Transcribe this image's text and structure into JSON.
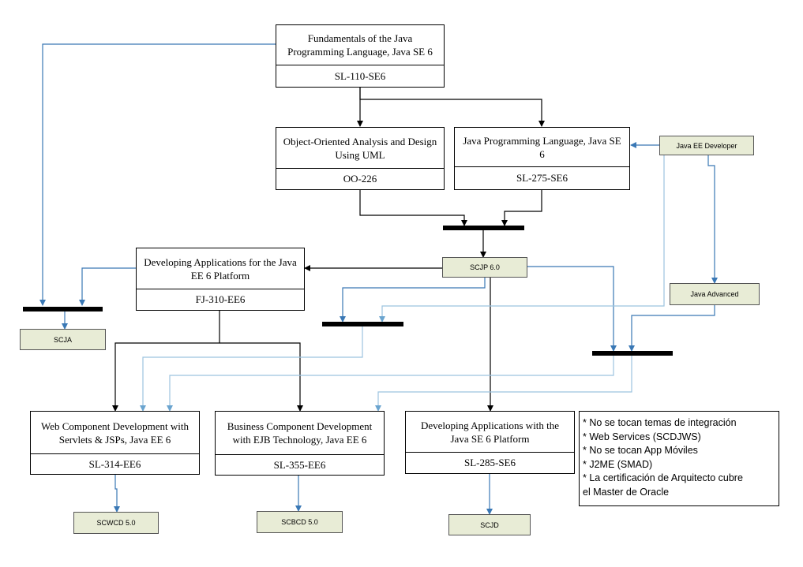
{
  "courses": {
    "fundamentals": {
      "title": "Fundamentals of the Java Programming Language, Java SE 6",
      "code": "SL-110-SE6"
    },
    "ooad": {
      "title": "Object-Oriented Analysis and Design Using UML",
      "code": "OO-226"
    },
    "java_prog": {
      "title": "Java Programming Language, Java SE 6",
      "code": "SL-275-SE6"
    },
    "dev_ee6": {
      "title": "Developing Applications for the Java EE 6 Platform",
      "code": "FJ-310-EE6"
    },
    "web_comp": {
      "title": "Web Component Development with Servlets & JSPs, Java EE 6",
      "code": "SL-314-EE6"
    },
    "business_comp": {
      "title": "Business Component Development with EJB Technology, Java EE 6",
      "code": "SL-355-EE6"
    },
    "dev_se6": {
      "title": "Developing Applications with the Java SE 6 Platform",
      "code": "SL-285-SE6"
    }
  },
  "certs": {
    "java_ee_dev": "Java EE Developer",
    "scjp": "SCJP 6.0",
    "java_adv": "Java Advanced",
    "scja": "SCJA",
    "scwcd": "SCWCD 5.0",
    "scbcd": "SCBCD 5.0",
    "scjd": "SCJD"
  },
  "notes": [
    "* No se tocan temas de integración",
    "* Web Services (SCDJWS)",
    "* No se tocan App Móviles",
    "* J2ME (SMAD)",
    "* La certificación de Arquitecto cubre",
    "el Master de Oracle"
  ],
  "colors": {
    "blue_line": "#3a78b5",
    "light_blue_line": "#9cc3df",
    "cert_fill": "#e8ecd6"
  }
}
